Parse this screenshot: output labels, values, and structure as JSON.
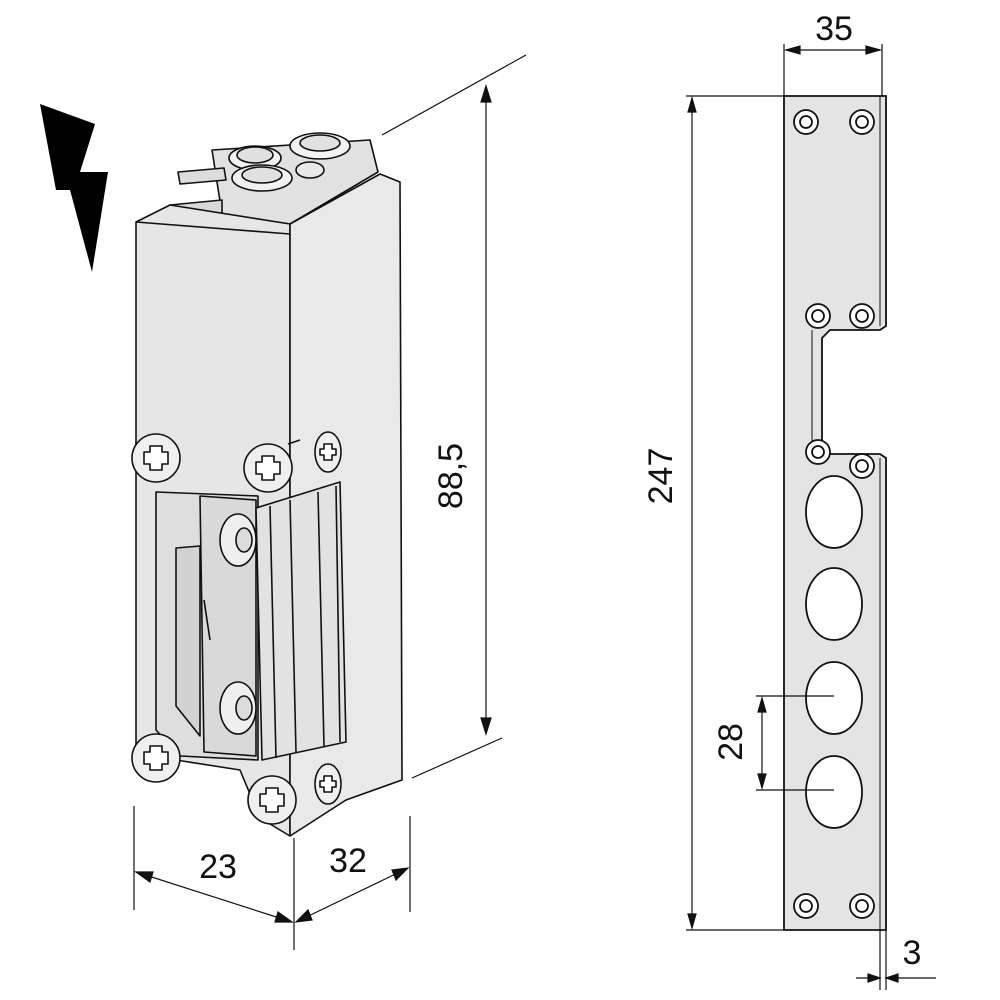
{
  "dimensions": {
    "height_lock": "88,5",
    "depth_left": "23",
    "depth_right": "32",
    "plate_width": "35",
    "plate_length": "247",
    "hole_spacing": "28",
    "plate_thickness": "3"
  },
  "colors": {
    "body_fill": "#e6e6e6",
    "side_fill": "#e9e9e9",
    "plate_fill": "#e4e4e4",
    "line": "#111111",
    "bolt": "#000000"
  },
  "icons": {
    "electric": "lightning-bolt-icon"
  }
}
